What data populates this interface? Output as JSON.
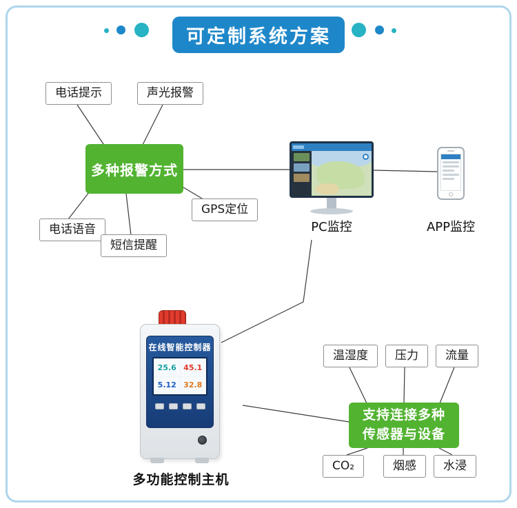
{
  "title": "可定制系统方案",
  "colors": {
    "banner_blue": "#1e87c9",
    "dot_teal": "#27b3c3",
    "box_green": "#52b331",
    "beacon_red": "#e23b2e",
    "panel_navy": "#1b3f7e",
    "frame_light_blue": "#aed6ec"
  },
  "alarm": {
    "main": "多种报警方式",
    "phone_tip": "电话提示",
    "sound_light": "声光报警",
    "gps": "GPS定位",
    "phone_voice": "电话语音",
    "sms": "短信提醒"
  },
  "monitoring": {
    "pc_label": "PC监控",
    "app_label": "APP监控"
  },
  "controller": {
    "label": "多功能控制主机",
    "screen_title": "在线智能控制器",
    "readings": [
      {
        "value": "25.6",
        "color": "#18a0a0"
      },
      {
        "value": "45.1",
        "color": "#e03a2f"
      },
      {
        "value": "5.12",
        "color": "#1d5fc2"
      },
      {
        "value": "32.8",
        "color": "#e07820"
      }
    ]
  },
  "sensors": {
    "main_line1": "支持连接多种",
    "main_line2": "传感器与设备",
    "temp_humidity": "温湿度",
    "pressure": "压力",
    "flow": "流量",
    "co2": "CO₂",
    "smoke": "烟感",
    "water": "水浸"
  }
}
